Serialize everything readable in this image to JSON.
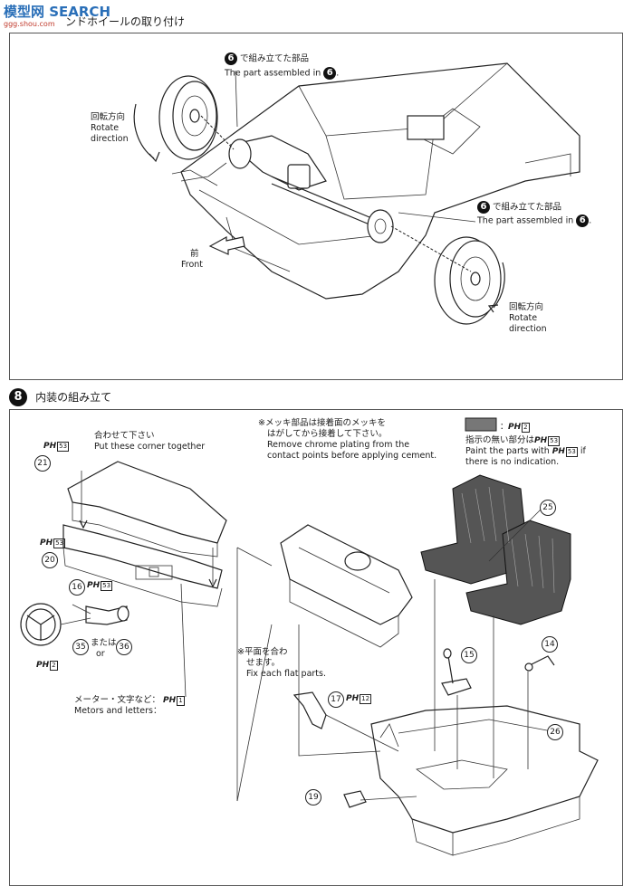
{
  "header": {
    "watermark": "模型网 SEARCH",
    "watermark_url": "ggg.shou.com",
    "step7_title": "ンドホイールの取り付け"
  },
  "step7": {
    "assembled_top_jp": "で組み立てた部品",
    "assembled_top_en": "The part assembled in",
    "assembled_bottom_jp": "で組み立てた部品",
    "assembled_bottom_en": "The part assembled in",
    "step_ref": "6",
    "rotate_left_jp": "回転方向",
    "rotate_left_en1": "Rotate",
    "rotate_left_en2": "direction",
    "rotate_right_jp": "回転方向",
    "rotate_right_en1": "Rotate",
    "rotate_right_en2": "direction",
    "front_jp": "前",
    "front_en": "Front"
  },
  "step8": {
    "number": "8",
    "title": "内装の組み立て",
    "corner_jp": "合わせて下さい",
    "corner_en": "Put these corner together",
    "chrome_jp1": "※メッキ部品は接着面のメッキを",
    "chrome_jp2": "はがしてから接着して下さい。",
    "chrome_en1": "Remove chrome plating from the",
    "chrome_en2": "contact points before applying cement.",
    "paint_legend_jp": "：",
    "paint_note_jp": "指示の無い部分は",
    "paint_note_en1": "Paint the parts with",
    "paint_note_en2": "if",
    "paint_note_en3": "there is no indication.",
    "flat_jp1": "※平面を合わ",
    "flat_jp2": "せます。",
    "flat_en": "Fix each flat parts.",
    "meters_jp": "メーター・文字など：",
    "meters_en": "Metors and letters：",
    "or_jp": "または",
    "or_en": "or",
    "paint_codes": {
      "ph53": "53",
      "ph2": "2",
      "ph12": "12",
      "ph1": "1",
      "ph_label": "PH"
    },
    "parts": [
      "21",
      "20",
      "16",
      "35",
      "36",
      "25",
      "15",
      "14",
      "17",
      "26",
      "19"
    ]
  }
}
